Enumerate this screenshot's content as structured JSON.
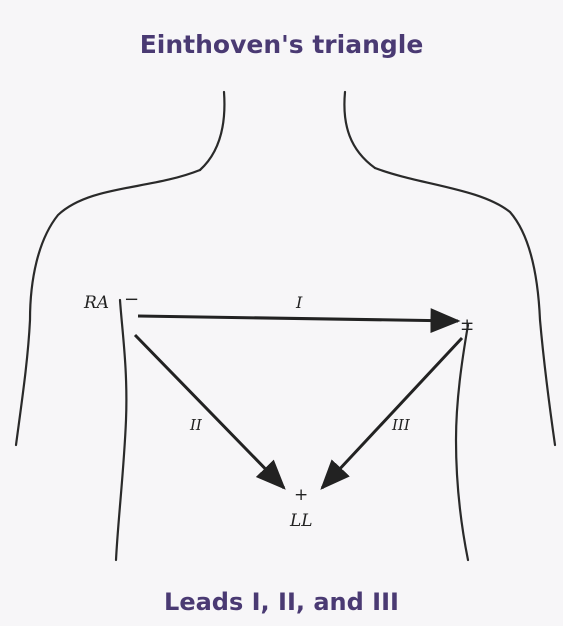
{
  "diagram": {
    "title": "Einthoven's triangle",
    "caption": "Leads I, II, and III",
    "vertices": {
      "right_arm": {
        "label": "RA",
        "polarity": "−"
      },
      "left_arm": {
        "label": "",
        "polarity": "±"
      },
      "left_leg": {
        "label": "LL",
        "polarity": "+"
      }
    },
    "leads": [
      {
        "id": "lead-i",
        "label": "I",
        "from": "right_arm",
        "to": "left_arm"
      },
      {
        "id": "lead-ii",
        "label": "II",
        "from": "right_arm",
        "to": "left_leg"
      },
      {
        "id": "lead-iii",
        "label": "III",
        "from": "left_arm",
        "to": "left_leg"
      }
    ],
    "colors": {
      "title_text": "#4a3a73",
      "line": "#222222",
      "background": "#f7f6f8"
    }
  }
}
